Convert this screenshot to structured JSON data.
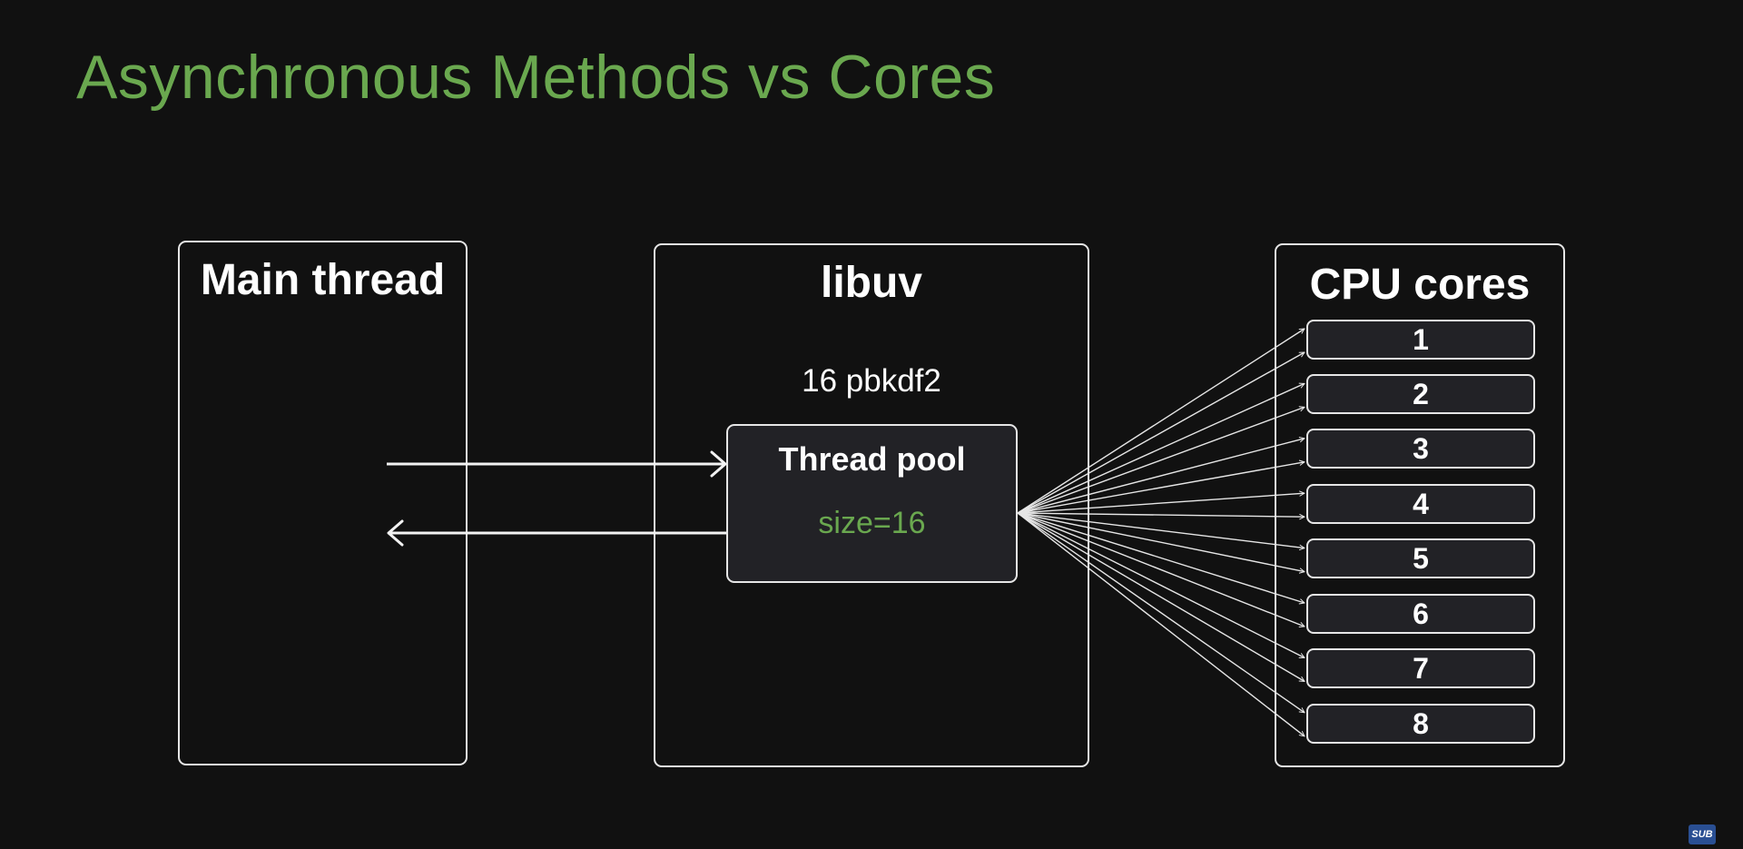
{
  "slide": {
    "title": "Asynchronous Methods vs Cores",
    "title_color": "#6aa84f"
  },
  "main_thread": {
    "title": "Main thread"
  },
  "libuv": {
    "title": "libuv",
    "task_label": "16 pbkdf2",
    "thread_pool": {
      "title": "Thread pool",
      "size_label": "size=16",
      "size_color": "#6aa84f"
    }
  },
  "cpu": {
    "title": "CPU cores",
    "cores": [
      "1",
      "2",
      "3",
      "4",
      "5",
      "6",
      "7",
      "8"
    ]
  },
  "badge": {
    "label": "SUB"
  },
  "colors": {
    "background": "#111111",
    "stroke": "#e6e6e6",
    "box_fill": "#222226",
    "accent_green": "#6aa84f"
  }
}
